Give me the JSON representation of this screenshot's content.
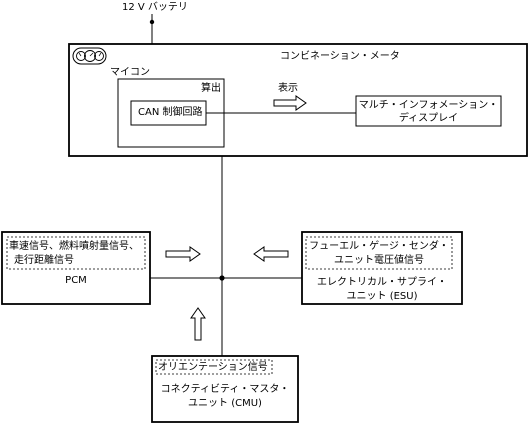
{
  "battery": {
    "label": "12 V バッテリ"
  },
  "meter": {
    "title": "コンビネーション・メータ",
    "micro_label": "マイコン",
    "calc_label": "算出",
    "can_label": "CAN 制御回路",
    "display_arrow_label": "表示",
    "mid_display_line1": "マルチ・インフォメーション・",
    "mid_display_line2": "ディスプレイ",
    "icon": "gauge-cluster-icon"
  },
  "pcm": {
    "signal_line1": "車速信号、燃料噴射量信号、",
    "signal_line2": "走行距離信号",
    "name": "PCM"
  },
  "esu": {
    "signal_line1": "フューエル・ゲージ・センダ・",
    "signal_line2": "ユニット電圧値信号",
    "name_line1": "エレクトリカル・サプライ・",
    "name_line2": "ユニット (ESU)"
  },
  "cmu": {
    "signal_line1": "オリエンテーション信号",
    "name_line1": "コネクティビティ・マスタ・",
    "name_line2": "ユニット (CMU)"
  }
}
